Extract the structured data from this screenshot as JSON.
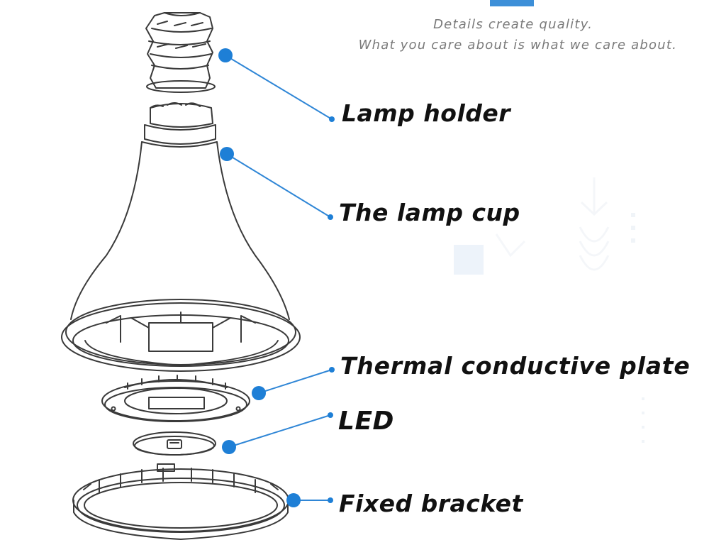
{
  "header": {
    "tagline_line1": "Details create quality.",
    "tagline_line2": "What you care about is what we care about."
  },
  "callouts": [
    {
      "label": "Lamp holder"
    },
    {
      "label": "The lamp cup"
    },
    {
      "label": "Thermal conductive plate"
    },
    {
      "label": "LED"
    },
    {
      "label": "Fixed bracket"
    }
  ],
  "colors": {
    "accent": "#3d8fd8",
    "leader": "#2f86d6",
    "dot": "#1e7fd6",
    "drawing": "#3a3a3a"
  }
}
